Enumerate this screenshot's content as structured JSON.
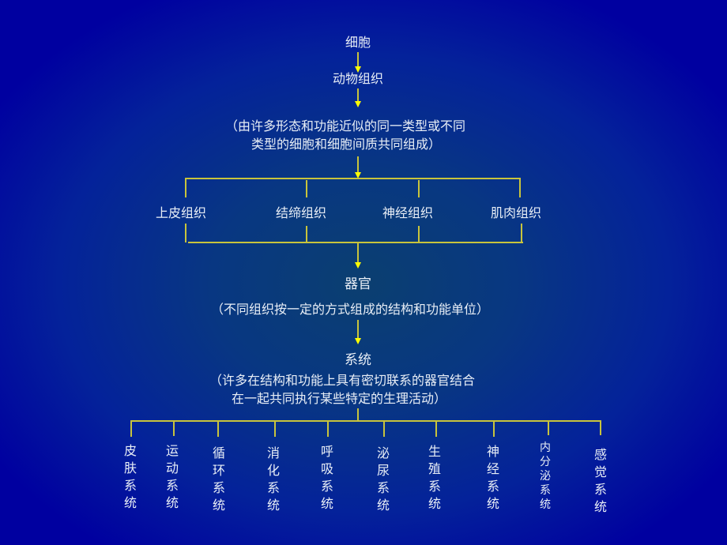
{
  "diagram": {
    "title_level1": "细胞",
    "level2": "动物组织",
    "tissue_desc_line1": "（由许多形态和功能近似的同一类型或不同",
    "tissue_desc_line2": "类型的细胞和细胞间质共同组成）",
    "tissues": [
      "上皮组织",
      "结缔组织",
      "神经组织",
      "肌肉组织"
    ],
    "organ": "器官",
    "organ_desc": "（不同组织按一定的方式组成的结构和功能单位）",
    "system": "系统",
    "system_desc_line1": "（许多在结构和功能上具有密切联系的器官结合",
    "system_desc_line2": "在一起共同执行某些特定的生理活动）",
    "systems": [
      "皮肤系统",
      "运动系统",
      "循环系统",
      "消化系统",
      "呼吸系统",
      "泌尿系统",
      "生殖系统",
      "神经系统",
      "内分泌系统",
      "感觉系统"
    ],
    "colors": {
      "background_edge": "#0000a0",
      "background_center": "#0b3f70",
      "connector_line": "#c8c43c",
      "arrowhead": "#ffff00",
      "text": "#e8eef6"
    }
  }
}
